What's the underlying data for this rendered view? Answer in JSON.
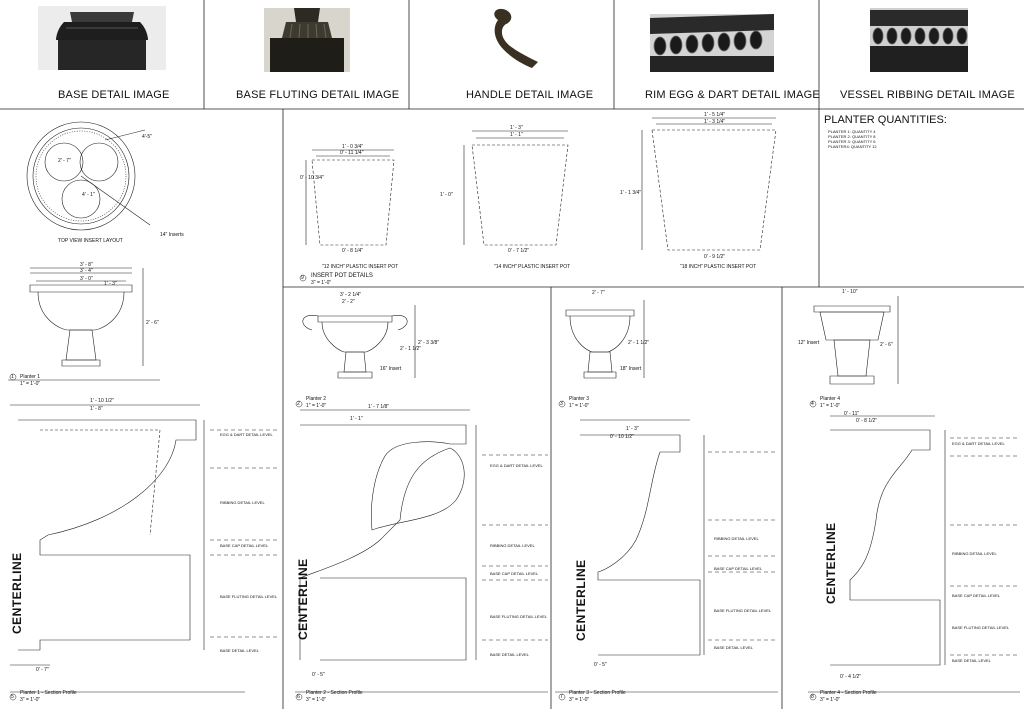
{
  "detail_images": [
    {
      "label": "BASE DETAIL IMAGE"
    },
    {
      "label": "BASE FLUTING  DETAIL IMAGE"
    },
    {
      "label": "HANDLE DETAIL IMAGE"
    },
    {
      "label": "RIM EGG & DART DETAIL IMAGE"
    },
    {
      "label": "VESSEL RIBBING DETAIL IMAGE"
    }
  ],
  "quantities": {
    "title": "PLANTER QUANTITIES:",
    "items": [
      "PLANTER 1: QUANTITY 4",
      "PLANTER 2: QUANTITY 8",
      "PLANTER 3: QUANTITY 6",
      "PLANTER4: QUANTITY 12"
    ]
  },
  "top_view": {
    "caption": "TOP VIEW INSERT LAYOUT",
    "note": "14\" Inserts",
    "dim_a": "4'-5\"",
    "dim_b": "2' - 7\"",
    "dim_c": "4' - 1\""
  },
  "insert_pots": {
    "title": "INSERT POT DETAILS",
    "scale": "3\" = 1'-0\"",
    "num": "9",
    "pots": [
      {
        "caption": "\"12 INCH\" PLASTIC INSERT POT",
        "top": "1' - 0 3/4\"",
        "top2": "0' - 11 1/4\"",
        "bottom": "0' - 8 1/4\"",
        "h": "0' - 10 3/4\""
      },
      {
        "caption": "\"14 INCH\" PLASTIC INSERT POT",
        "top": "1' - 3\"",
        "top2": "1' - 1\"",
        "bottom": "0' - 7 1/2\"",
        "h": "1' - 0\""
      },
      {
        "caption": "\"18 INCH\" PLASTIC INSERT POT",
        "top": "1' - 5 1/4\"",
        "top2": "1' - 3 1/4\"",
        "bottom": "0' - 9 1/2\"",
        "h": "1' - 1 3/4\""
      }
    ]
  },
  "elevations": [
    {
      "num": "1",
      "title": "Planter 1",
      "scale": "1\" = 1'-0\"",
      "d1": "3' - 8\"",
      "d2": "3' - 4\"",
      "d3": "3' - 0\"",
      "h": "2' - 6\"",
      "d4": "1' - 3\""
    },
    {
      "num": "2",
      "title": "Planter 2",
      "scale": "1\" = 1'-0\"",
      "d1": "3' - 2 1/4\"",
      "d2": "2' - 2\"",
      "h": "2' - 3 3/8\"",
      "h2": "2' - 1 1/2\"",
      "note": "16\" Insert"
    },
    {
      "num": "3",
      "title": "Planter 3",
      "scale": "1\" = 1'-0\"",
      "d1": "2' - 7\"",
      "h": "2' - 1 1/2\"",
      "note": "18\" Insert"
    },
    {
      "num": "4",
      "title": "Planter 4",
      "scale": "1\" = 1'-0\"",
      "d1": "1' - 10\"",
      "h": "2' - 6\"",
      "note": "12\" Insert"
    }
  ],
  "sections": [
    {
      "num": "5",
      "title": "Planter 1 - Section Profile",
      "scale": "3\" = 1'-0\"",
      "centerline": "CENTERLINE",
      "top": "1' - 10 1/2\"",
      "top2": "1' - 8\"",
      "base": "0' - 7\"",
      "levels": [
        "EGG & DART DETAIL LEVEL",
        "RIBBING DETAIL LEVEL",
        "BASE CAP DETAIL LEVEL",
        "BASE FLUTING DETAIL LEVEL",
        "BASE DETAIL LEVEL"
      ]
    },
    {
      "num": "6",
      "title": "Planter 2 - Section Profile",
      "scale": "3\" = 1'-0\"",
      "centerline": "CENTERLINE",
      "top": "1' - 7 1/8\"",
      "top2": "1' - 1\"",
      "base": "0' - 5\"",
      "levels": [
        "EGG & DART DETAIL LEVEL",
        "RIBBING DETAIL LEVEL",
        "BASE CAP DETAIL LEVEL",
        "BASE FLUTING DETAIL LEVEL",
        "BASE DETAIL LEVEL"
      ]
    },
    {
      "num": "7",
      "title": "Planter 3 - Section Profile",
      "scale": "3\" = 1'-0\"",
      "centerline": "CENTERLINE",
      "top": "1' - 3\"",
      "top2": "0' - 10 1/2\"",
      "base": "0' - 5\"",
      "levels": [
        "RIBBING DETAIL LEVEL",
        "BASE CAP DETAIL LEVEL",
        "BASE FLUTING DETAIL LEVEL",
        "BASE DETAIL LEVEL"
      ]
    },
    {
      "num": "8",
      "title": "Planter 4 - Section Profile",
      "scale": "3\" = 1'-0\"",
      "centerline": "CENTERLINE",
      "top": "0' - 11\"",
      "top2": "0' - 8 1/2\"",
      "base": "0' - 4 1/2\"",
      "levels": [
        "EGG & DART DETAIL LEVEL",
        "RIBBING DETAIL LEVEL",
        "BASE CAP DETAIL LEVEL",
        "BASE FLUTING DETAIL LEVEL",
        "BASE DETAIL LEVEL"
      ]
    }
  ]
}
